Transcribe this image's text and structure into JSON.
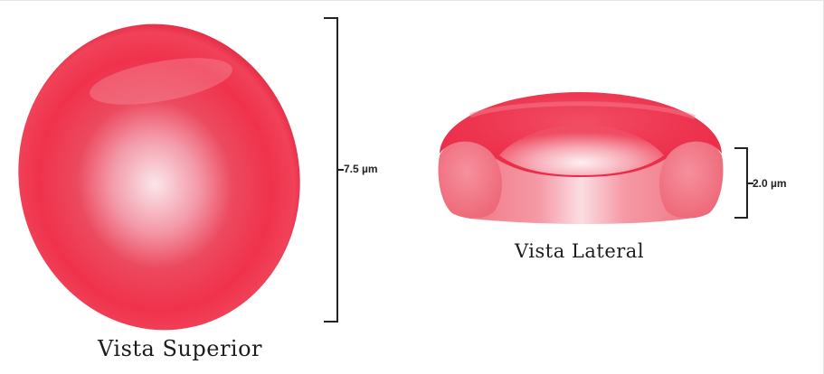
{
  "labels": {
    "top_view": "Vista Superior",
    "side_view": "Vista Lateral",
    "diameter": "7.5 µm",
    "thickness": "2.0 µm"
  },
  "colors": {
    "cell_red": "#ee2a45",
    "cell_highlight": "#fbe3e7",
    "side_body": "#f47c88",
    "bracket": "#222222"
  }
}
